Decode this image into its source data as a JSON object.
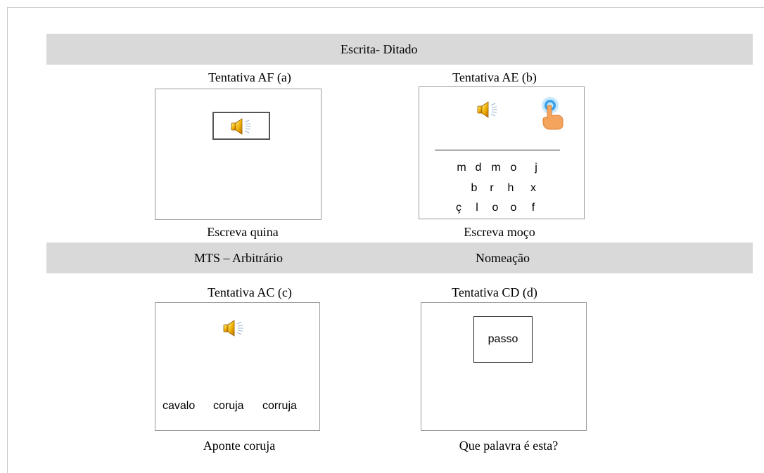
{
  "sections": {
    "top_band": "Escrita- Ditado",
    "mid_band_left": "MTS – Arbitrário",
    "mid_band_right": "Nomeação"
  },
  "panels": {
    "a": {
      "title": "Tentativa AF (a)",
      "caption": "Escreva quina",
      "icon": "speaker-icon"
    },
    "b": {
      "title": "Tentativa AE (b)",
      "caption": "Escreva moço",
      "icons": [
        "speaker-icon",
        "touch-hand-icon"
      ],
      "letter_rows": [
        [
          "m",
          "d",
          "m",
          "o",
          "j"
        ],
        [
          "b",
          "r",
          "h",
          "x"
        ],
        [
          "ç",
          "l",
          "o",
          "o",
          "f"
        ]
      ]
    },
    "c": {
      "title": "Tentativa AC (c)",
      "caption": "Aponte coruja",
      "icon": "speaker-icon",
      "choices": [
        "cavalo",
        "coruja",
        "corruja"
      ]
    },
    "d": {
      "title": "Tentativa CD (d)",
      "caption": "Que palavra é esta?",
      "word": "passo"
    }
  }
}
